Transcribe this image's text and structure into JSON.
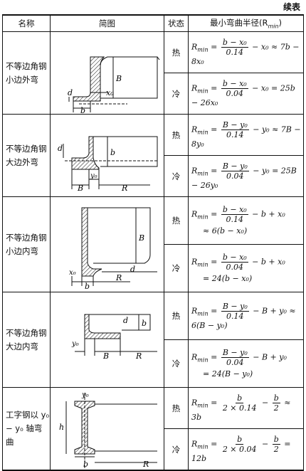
{
  "title_cont": "续表",
  "headers": {
    "name": "名称",
    "figure": "简图",
    "state": "状态",
    "radius": "最小弯曲半径(R",
    "radius_sub": "min",
    "radius_close": ")"
  },
  "rows": [
    {
      "name_line1": "不等边角钢",
      "name_line2": "小边外弯",
      "hot_label": "热",
      "cold_label": "冷",
      "hot": {
        "lhs": "R",
        "num": "b − x₀",
        "den": "0.14",
        "tail": " − x₀ ≈ 7b − 8x₀"
      },
      "cold": {
        "lhs": "R",
        "num": "b − x₀",
        "den": "0.04",
        "tail": " − x₀ = 25b − 26x₀"
      }
    },
    {
      "name_line1": "不等边角钢",
      "name_line2": "大边外弯",
      "hot_label": "热",
      "cold_label": "冷",
      "hot": {
        "lhs": "R",
        "num": "B − y₀",
        "den": "0.14",
        "tail": " − y₀ ≈ 7B − 8y₀"
      },
      "cold": {
        "lhs": "R",
        "num": "B − y₀",
        "den": "0.04",
        "tail": " − y₀ = 25B − 26y₀"
      }
    },
    {
      "name_line1": "不等边角钢",
      "name_line2": "小边内弯",
      "hot_label": "热",
      "cold_label": "冷",
      "hot": {
        "lhs": "R",
        "num": "b − x₀",
        "den": "0.14",
        "tail": " − b + x₀",
        "line2": "≈ 6(b − x₀)"
      },
      "cold": {
        "lhs": "R",
        "num": "b − x₀",
        "den": "0.04",
        "tail": " − b + x₀",
        "line2": "= 24(b − x₀)"
      }
    },
    {
      "name_line1": "不等边角钢",
      "name_line2": "大边内弯",
      "hot_label": "热",
      "cold_label": "冷",
      "hot": {
        "lhs": "R",
        "num": "B − y₀",
        "den": "0.14",
        "tail": " − B + y₀ ≈ 6(B − y₀)"
      },
      "cold": {
        "lhs": "R",
        "num": "B − y₀",
        "den": "0.04",
        "tail": " − B + y₀",
        "line2": "= 24(B − y₀)"
      }
    },
    {
      "name_line1": "工字钢以 y₀",
      "name_line2": "− y₀ 轴弯曲",
      "hot_label": "热",
      "cold_label": "冷",
      "hot": {
        "lhs": "R",
        "num": "b",
        "den": "2 × 0.14",
        "tail2_num": "b",
        "tail2_den": "2",
        "tail": " ≈ 3b"
      },
      "cold": {
        "lhs": "R",
        "num": "b",
        "den": "2 × 0.04",
        "tail2_num": "b",
        "tail2_den": "2",
        "tail": " = 12b"
      }
    }
  ],
  "fig_labels": {
    "d": "d",
    "B": "B",
    "b": "b",
    "x0": "x₀",
    "y0": "y₀",
    "R": "R",
    "h": "h"
  }
}
